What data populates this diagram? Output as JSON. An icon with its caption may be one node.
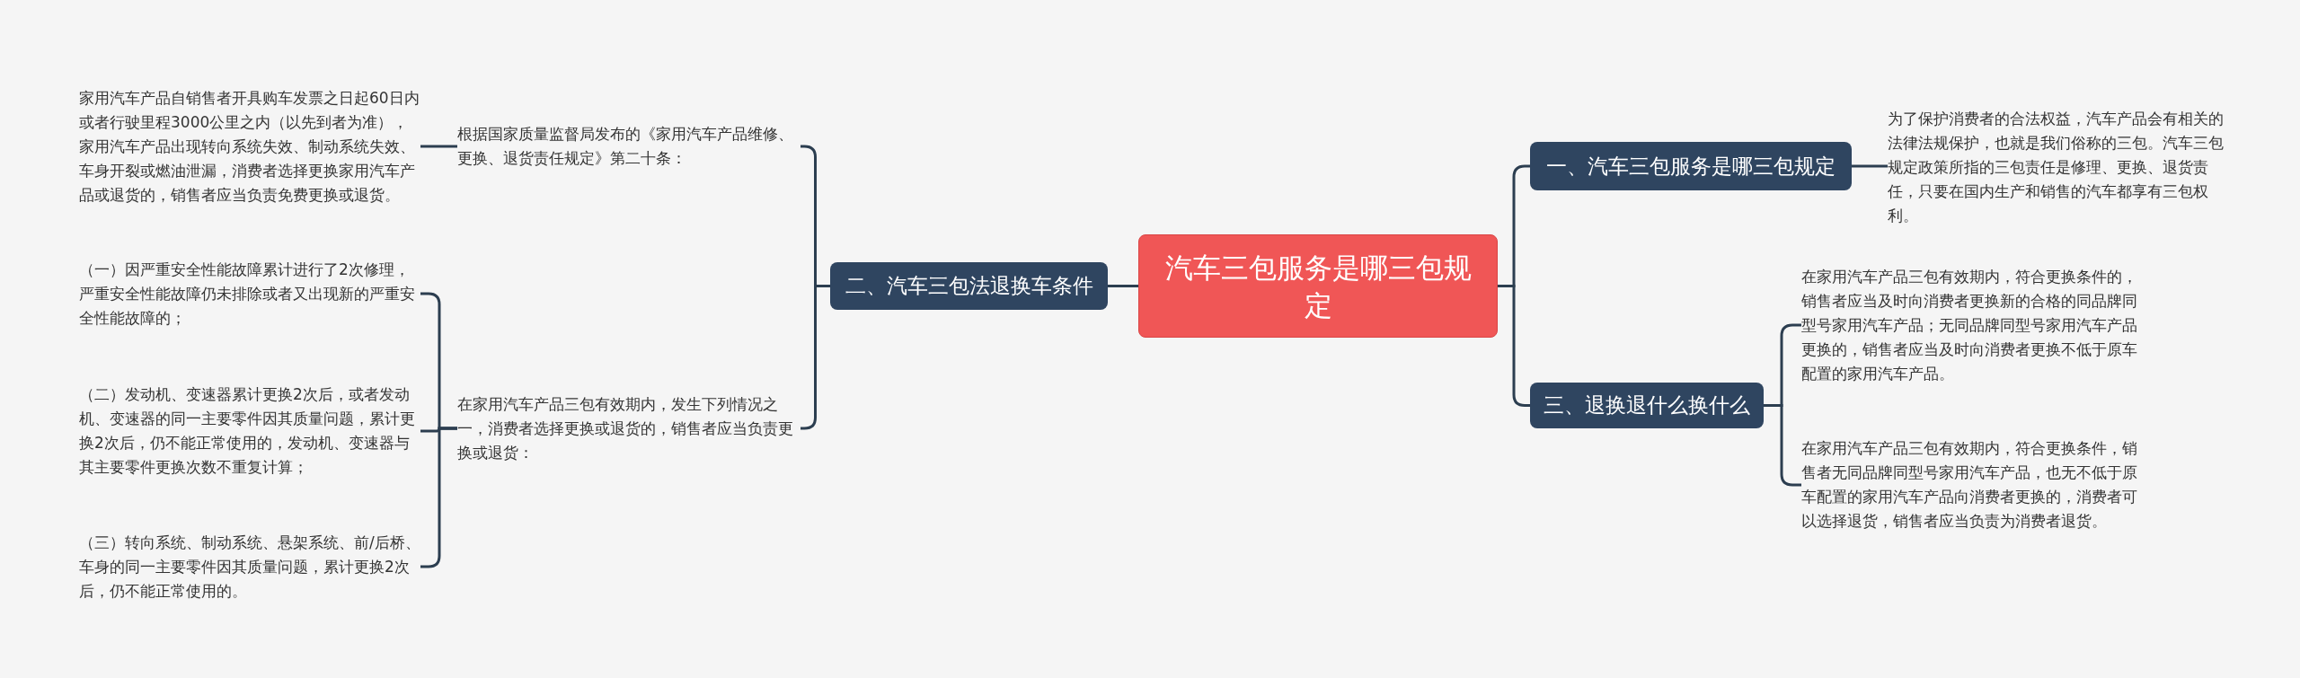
{
  "diagram": {
    "nodes": [
      {
        "text": [
          "汽车三包服务是哪三包规定"
        ]
      },
      {
        "text": [
          "一、汽车三包服务是哪三包规定"
        ]
      },
      {
        "text": [
          "为了保护消费者的合法权益，汽车产品会有相关的法律法规保护，也就是我们俗称的三包。汽车三包规定政策所指的三包责任是修理、更换、退货责任，只要在国内生产和销售的汽车都享有三包权利。"
        ]
      },
      {
        "text": [
          "三、退换退什么换什么"
        ]
      },
      {
        "text": [
          "在家用汽车产品三包有效期内，符合更换条件的，销售者应当及时向消费者更换新的合格的同品牌同型号家用汽车产品；无同品牌同型号家用汽车产品更换的，销售者应当及时向消费者更换不低于原车配置的家用汽车产品。"
        ]
      },
      {
        "text": [
          "在家用汽车产品三包有效期内，符合更换条件，销售者无同品牌同型号家用汽车产品，也无不低于原车配置的家用汽车产品向消费者更换的，消费者可以选择退货，销售者应当负责为消费者退货。"
        ]
      },
      {
        "text": [
          "二、汽车三包法退换车条件"
        ]
      },
      {
        "text": [
          "根据国家质量监督局发布的《家用汽车产品维修、更换、退货责任规定》第二十条："
        ]
      },
      {
        "text": [
          "家用汽车产品自销售者开具购车发票之日起60日内或者行驶里程3000公里之内（以先到者为准），家用汽车产品出现转向系统失效、制动系统失效、车身开裂或燃油泄漏，消费者选择更换家用汽车产品或退货的，销售者应当负责免费更换或退货。"
        ]
      },
      {
        "text": [
          "在家用汽车产品三包有效期内，发生下列情况之一，消费者选择更换或退货的，销售者应当负责更换或退货："
        ]
      },
      {
        "text": [
          "（一）因严重安全性能故障累计进行了2次修理，严重安全性能故障仍未排除或者又出现新的严重安全性能故障的；"
        ]
      },
      {
        "text": [
          "（二）发动机、变速器累计更换2次后，或者发动机、变速器的同一主要零件因其质量问题，累计更换2次后，仍不能正常使用的，发动机、变速器与其主要零件更换次数不重复计算；"
        ]
      },
      {
        "text": [
          "（三）转向系统、制动系统、悬架系统、前/后桥、车身的同一主要零件因其质量问题，累计更换2次后，仍不能正常使用的。"
        ]
      }
    ],
    "edges": [
      {
        "from": 0,
        "to": 1,
        "arrow": "none"
      },
      {
        "from": 0,
        "to": 3,
        "arrow": "none"
      },
      {
        "from": 0,
        "to": 6,
        "arrow": "none"
      },
      {
        "from": 1,
        "to": 2,
        "arrow": "none"
      },
      {
        "from": 3,
        "to": 4,
        "arrow": "none"
      },
      {
        "from": 3,
        "to": 5,
        "arrow": "none"
      },
      {
        "from": 6,
        "to": 7,
        "arrow": "none"
      },
      {
        "from": 6,
        "to": 9,
        "arrow": "none"
      },
      {
        "from": 7,
        "to": 8,
        "arrow": "none"
      },
      {
        "from": 9,
        "to": 10,
        "arrow": "none"
      },
      {
        "from": 9,
        "to": 11,
        "arrow": "none"
      },
      {
        "from": 9,
        "to": 12,
        "arrow": "none"
      }
    ]
  }
}
